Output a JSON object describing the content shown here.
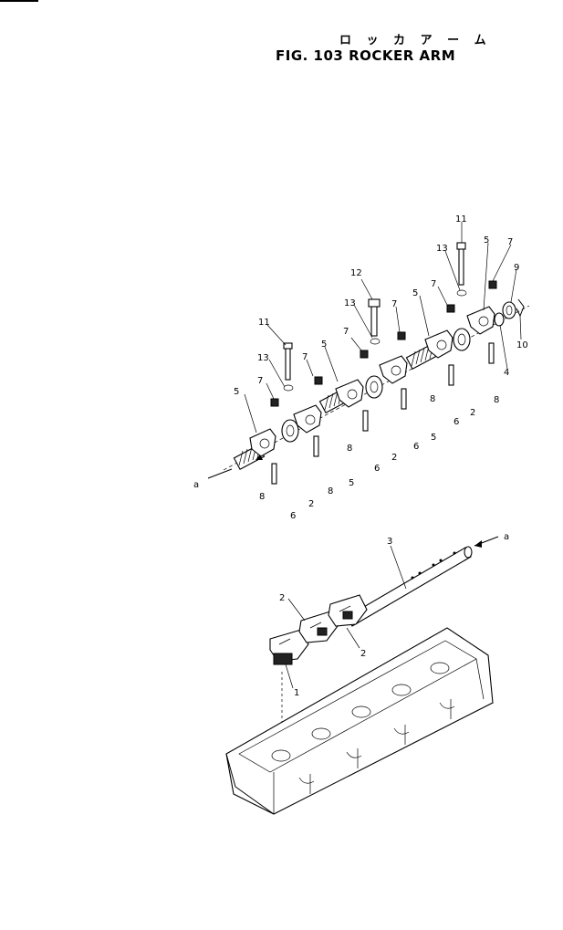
{
  "title": {
    "japanese": "ロ ッ カ  ア ー ム",
    "english": "FIG. 103  ROCKER ARM"
  },
  "callouts": {
    "c1": "1",
    "c2": "2",
    "c3": "3",
    "c4": "4",
    "c5": "5",
    "c6": "6",
    "c7": "7",
    "c8": "8",
    "c9": "9",
    "c10": "10",
    "c11": "11",
    "c12": "12",
    "c13": "13",
    "a": "a"
  }
}
